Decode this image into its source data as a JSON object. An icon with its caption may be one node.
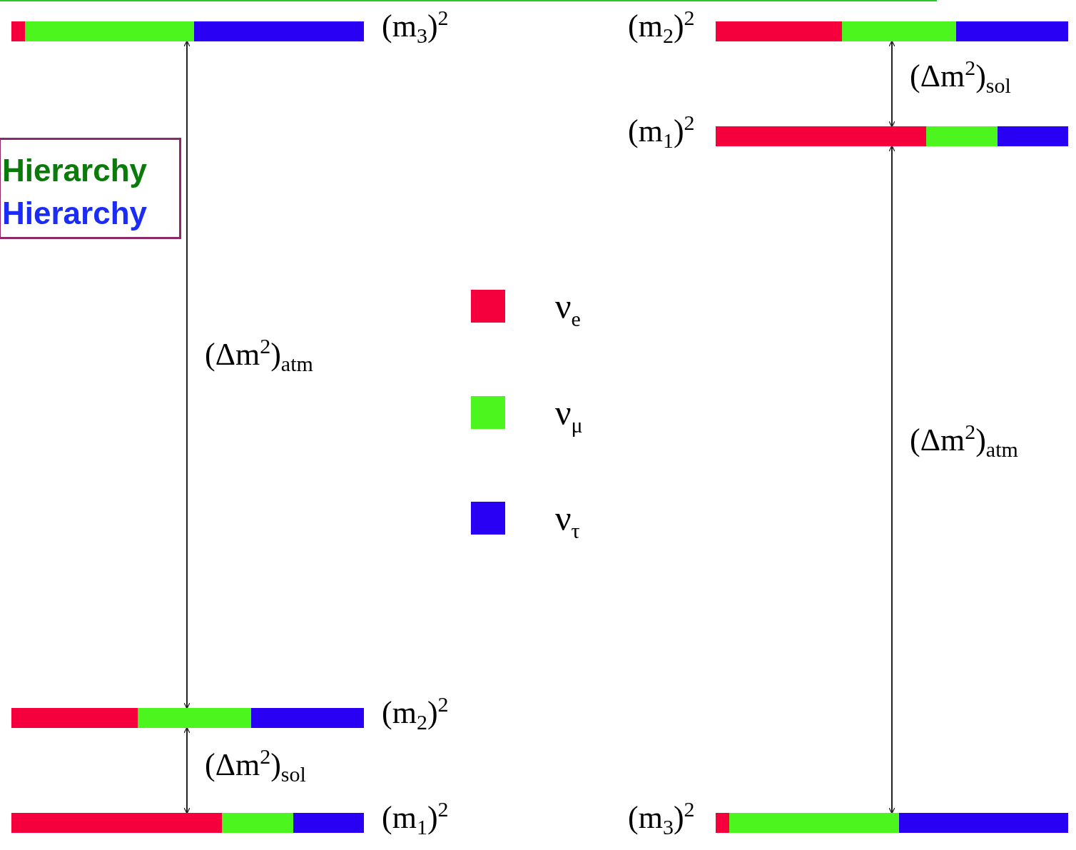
{
  "diagram": {
    "nodes": [
      {
        "text": [
          "(m$_{3}$)$^{2}$"
        ]
      },
      {
        "text": [
          "(m$_{2}$)$^{2}$"
        ]
      },
      {
        "text": [
          "(m$_{1}$)$^{2}$"
        ]
      },
      {
        "text": [
          "(m$_{2}$)$^{2}$"
        ]
      },
      {
        "text": [
          "(m$_{1}$)$^{2}$"
        ]
      },
      {
        "text": [
          "(m$_{3}$)$^{2}$"
        ]
      },
      {
        "text": [
          "Hierarchy",
          "Hierarchy"
        ]
      }
    ],
    "edges": [
      {
        "from": 0,
        "to": 1,
        "arrow": "both",
        "label": "(Δm$^{2}$)$_{atm}$"
      },
      {
        "from": 1,
        "to": 2,
        "arrow": "both",
        "label": "(Δm$^{2}$)$_{sol}$"
      },
      {
        "from": 3,
        "to": 4,
        "arrow": "both",
        "label": "(Δm$^{2}$)$_{sol}$"
      },
      {
        "from": 4,
        "to": 5,
        "arrow": "both",
        "label": "(Δm$^{2}$)$_{atm}$"
      }
    ],
    "legend": [
      {
        "text": "ν$_{e}$",
        "color": "#f5003c"
      },
      {
        "text": "ν$_{μ}$",
        "color": "#4cf51e"
      },
      {
        "text": "ν$_{τ}$",
        "color": "#2a00f5"
      }
    ]
  }
}
